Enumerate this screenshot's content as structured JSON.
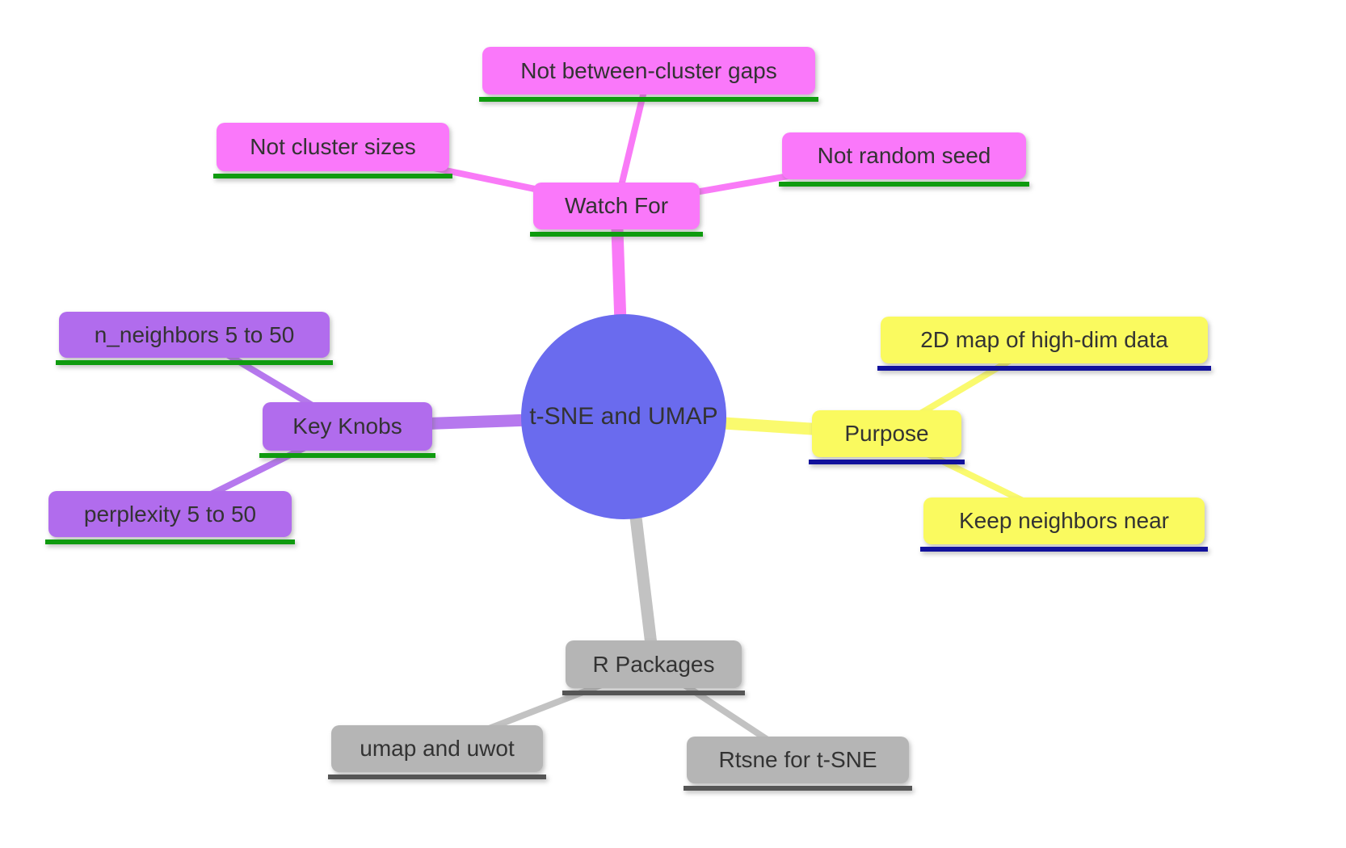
{
  "diagram": {
    "type": "mindmap",
    "root": {
      "label": "t-SNE and UMAP"
    },
    "branches": [
      {
        "label": "Watch For",
        "children": [
          {
            "label": "Not between-cluster gaps"
          },
          {
            "label": "Not cluster sizes"
          },
          {
            "label": "Not random seed"
          }
        ]
      },
      {
        "label": "Key Knobs",
        "children": [
          {
            "label": "n_neighbors 5 to 50"
          },
          {
            "label": "perplexity 5 to 50"
          }
        ]
      },
      {
        "label": "Purpose",
        "children": [
          {
            "label": "2D map of high-dim data"
          },
          {
            "label": "Keep neighbors near"
          }
        ]
      },
      {
        "label": "R Packages",
        "children": [
          {
            "label": "umap and uwot"
          },
          {
            "label": "Rtsne for t-SNE"
          }
        ]
      }
    ],
    "palette": {
      "background": "#ffffff",
      "root_fill": "#6a6bee",
      "watch_for_fill": "#fa78fa",
      "watch_for_edge": "#f97af7",
      "key_knobs_fill": "#b16ced",
      "key_knobs_edge": "#b678ee",
      "purpose_fill": "#fafa5f",
      "purpose_edge": "#fafa6e",
      "r_packages_fill": "#b5b5b5",
      "r_packages_edge": "#c2c2c2",
      "underline_green": "#0f9b0f",
      "underline_navy": "#11119c",
      "underline_dark_gray": "#555555",
      "text": "#333333"
    }
  }
}
